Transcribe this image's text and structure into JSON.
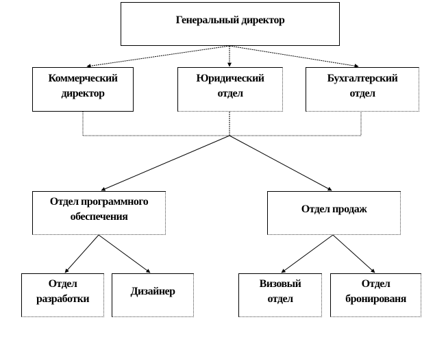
{
  "nodes": {
    "ceo": "Генеральный директор",
    "commercial": "Коммерческий\nдиректор",
    "legal": "Юридический\nотдел",
    "accounting": "Бухгалтерский\nотдел",
    "software": "Отдел программного\nобеспечения",
    "sales": "Отдел продаж",
    "development": "Отдел\nразработки",
    "designer": "Дизайнер",
    "visa": "Визовый\nотдел",
    "booking": "Отдел\nбронированя"
  }
}
